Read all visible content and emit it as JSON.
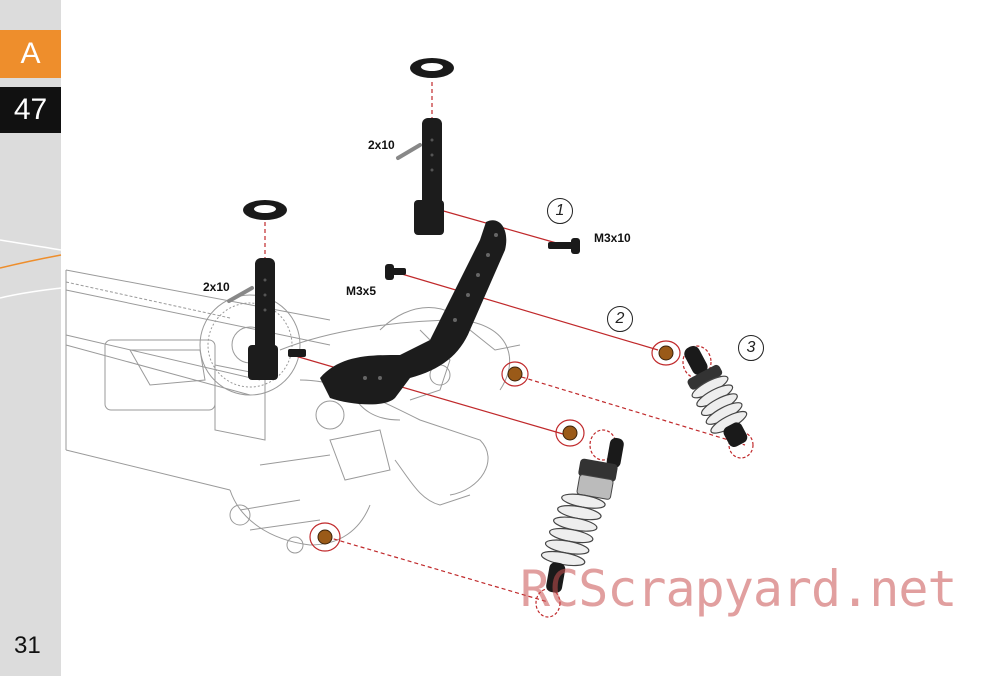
{
  "sidebar": {
    "section_letter": "A",
    "step_number": "47",
    "page_number": "31",
    "accent_color": "#ee8e2c"
  },
  "parts": {
    "screw_2x10_upper": "2x10",
    "screw_2x10_lower": "2x10",
    "screw_m3x10": "M3x10",
    "screw_m3x5": "M3x5"
  },
  "steps": [
    "1",
    "2",
    "3"
  ],
  "watermark": "RCScrapyard.net"
}
